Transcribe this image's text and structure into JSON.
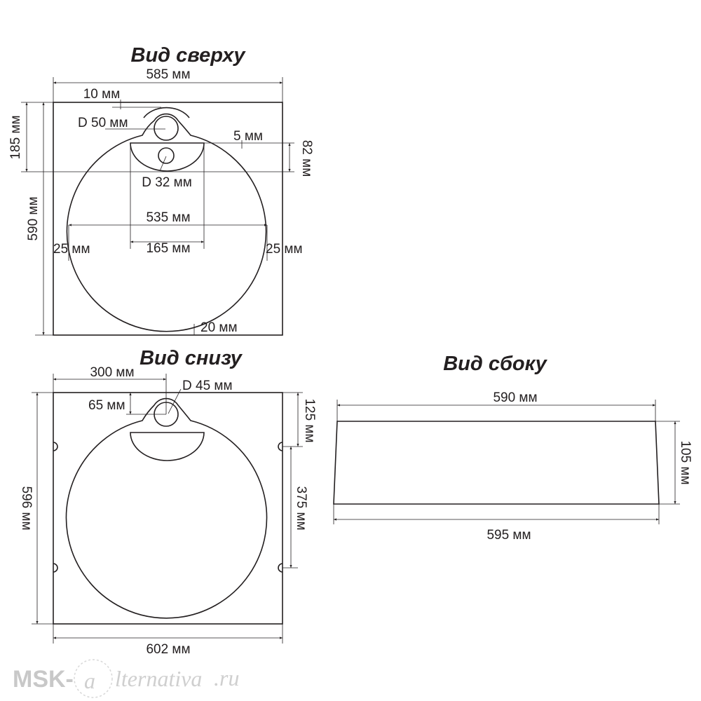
{
  "top_view": {
    "title": "Вид сверху",
    "dims": {
      "width": "585 мм",
      "height": "590 мм",
      "top_offset": "185 мм",
      "gap_top": "10 мм",
      "overflow_d": "D 50 мм",
      "drain_d": "D 32 мм",
      "rim": "5 мм",
      "bowl_depth": "82 мм",
      "basin_width": "535 мм",
      "bowl_width": "165 мм",
      "left_margin": "25 мм",
      "right_margin": "25 мм",
      "bottom_margin": "20 мм"
    }
  },
  "bottom_view": {
    "title": "Вид снизу",
    "dims": {
      "hole_offset_x": "300 мм",
      "hole_d": "D 45 мм",
      "hole_offset_y": "65 мм",
      "mount_top": "125 мм",
      "mount_spacing": "375 мм",
      "height": "596 мм",
      "width": "602 мм"
    }
  },
  "side_view": {
    "title": "Вид сбоку",
    "dims": {
      "top_width": "590 мм",
      "bottom_width": "595 мм",
      "thickness": "105 мм"
    }
  },
  "watermark": {
    "brand": "MSK-",
    "rest": "lternativa",
    "tld": ".ru"
  }
}
